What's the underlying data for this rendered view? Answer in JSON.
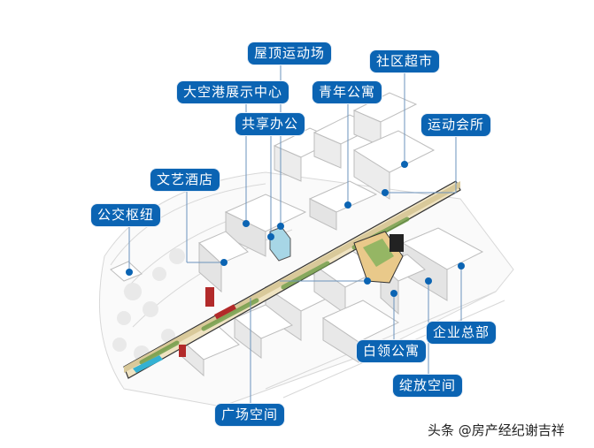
{
  "diagram": {
    "type": "axonometric site plan",
    "accent_color": "#0b64b3",
    "labels": [
      {
        "id": "rooftop-sports",
        "text": "屋顶运动场"
      },
      {
        "id": "community-supermarket",
        "text": "社区超市"
      },
      {
        "id": "airport-exhibition",
        "text": "大空港展示中心"
      },
      {
        "id": "youth-apartment",
        "text": "青年公寓"
      },
      {
        "id": "shared-office",
        "text": "共享办公"
      },
      {
        "id": "sports-club",
        "text": "运动会所"
      },
      {
        "id": "art-hotel",
        "text": "文艺酒店"
      },
      {
        "id": "bus-hub",
        "text": "公交枢纽"
      },
      {
        "id": "enterprise-hq",
        "text": "企业总部"
      },
      {
        "id": "white-collar-apartment",
        "text": "白领公寓"
      },
      {
        "id": "bloom-space",
        "text": "绽放空间"
      },
      {
        "id": "plaza-space",
        "text": "广场空间"
      }
    ]
  },
  "watermark": "头条 @房产经纪谢吉祥"
}
